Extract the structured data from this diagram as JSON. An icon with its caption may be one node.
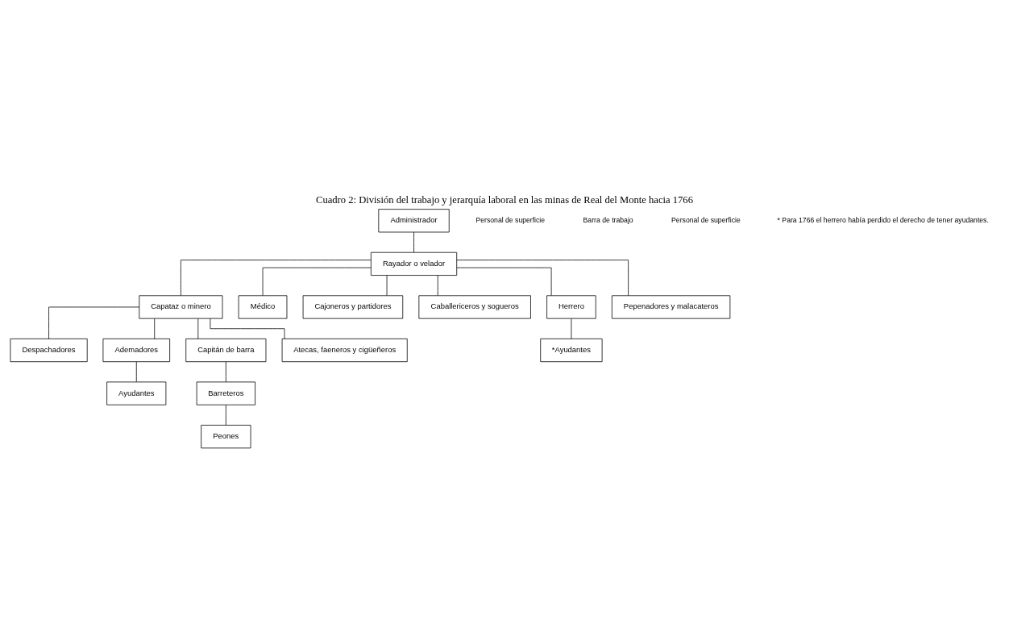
{
  "diagram": {
    "title": "Cuadro 2: División del trabajo y jerarquía laboral en las minas de Real del Monte hacia 1766",
    "nodes": [
      {
        "text": [
          "Administrador"
        ]
      },
      {
        "text": [
          "Rayador o velador"
        ]
      },
      {
        "text": [
          "Capataz o minero"
        ]
      },
      {
        "text": [
          "Médico"
        ]
      },
      {
        "text": [
          "Cajoneros y partidores"
        ]
      },
      {
        "text": [
          "Caballericeros y sogueros"
        ]
      },
      {
        "text": [
          "Herrero"
        ]
      },
      {
        "text": [
          "Despachadores"
        ]
      },
      {
        "text": [
          "Ademadores"
        ]
      },
      {
        "text": [
          "Capitán de barra"
        ]
      },
      {
        "text": [
          "*Ayudantes"
        ]
      },
      {
        "text": [
          "Barreteros"
        ]
      },
      {
        "text": [
          "Ayudantes"
        ]
      },
      {
        "text": [
          "Peones"
        ]
      },
      {
        "text": [
          "Atecas, faeneros y cigüeñeros"
        ]
      },
      {
        "text": [
          "Pepenadores y malacateros"
        ]
      }
    ],
    "edges": [
      {
        "from": 0,
        "to": 1,
        "arrow": "none"
      },
      {
        "from": 1,
        "to": 2,
        "arrow": "none"
      },
      {
        "from": 1,
        "to": 4,
        "arrow": "none"
      },
      {
        "from": 1,
        "to": 5,
        "arrow": "none"
      },
      {
        "from": 1,
        "to": 3,
        "arrow": "none"
      },
      {
        "from": 1,
        "to": 6,
        "arrow": "none"
      },
      {
        "from": 1,
        "to": 15,
        "arrow": "none"
      },
      {
        "from": 6,
        "to": 10,
        "arrow": "none"
      },
      {
        "from": 2,
        "to": 7,
        "arrow": "none"
      },
      {
        "from": 2,
        "to": 8,
        "arrow": "none"
      },
      {
        "from": 2,
        "to": 9,
        "arrow": "none"
      },
      {
        "from": 2,
        "to": 14,
        "arrow": "none"
      },
      {
        "from": 8,
        "to": 12,
        "arrow": "none"
      },
      {
        "from": 9,
        "to": 11,
        "arrow": "none"
      },
      {
        "from": 11,
        "to": 13,
        "arrow": "none"
      }
    ],
    "labels": [
      "Personal de superficie",
      "Barra de trabajo",
      "Personal de superficie",
      "* Para 1766 el herrero había perdido el derecho de tener ayudantes."
    ]
  }
}
